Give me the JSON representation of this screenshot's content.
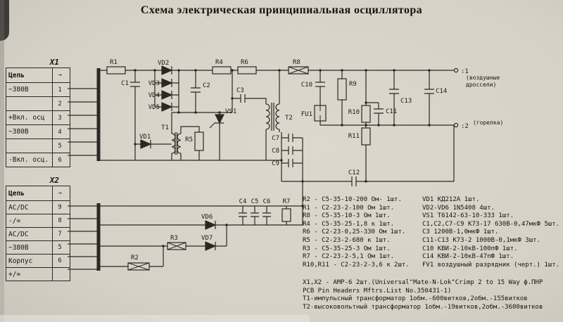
{
  "page": {
    "title": "Схема электрическая принципиальная осциллятора"
  },
  "connectors": {
    "x1": {
      "label": "X1",
      "header": "Цепь",
      "header_arrow": "→",
      "rows": [
        {
          "label": "~380В",
          "pin": "1"
        },
        {
          "label": "",
          "pin": "2"
        },
        {
          "label": "+Вкл. осц",
          "pin": "3"
        },
        {
          "label": "~380В",
          "pin": "4"
        },
        {
          "label": "",
          "pin": "5"
        },
        {
          "label": "-Вкл. осц.",
          "pin": "6"
        }
      ]
    },
    "x2": {
      "label": "X2",
      "header": "Цепь",
      "header_arrow": "→",
      "rows": [
        {
          "label": "AC/DC",
          "pin": "9"
        },
        {
          "label": "-/=",
          "pin": "8"
        },
        {
          "label": "AC/DC",
          "pin": "7"
        },
        {
          "label": "~380В",
          "pin": "5"
        },
        {
          "label": "Корпус",
          "pin": "6"
        },
        {
          "label": "+/=",
          "pin": ""
        }
      ]
    }
  },
  "schematic": {
    "labels": {
      "R1": "R1",
      "R2": "R2",
      "R3": "R3",
      "R4": "R4",
      "R5": "R5",
      "R6": "R6",
      "R7": "R7",
      "R8": "R8",
      "R9": "R9",
      "R10": "R10",
      "R11": "R11",
      "C1": "C1",
      "C2": "C2",
      "C3": "C3",
      "C4": "C4",
      "C5": "C5",
      "C6": "C6",
      "C7": "C7",
      "C8": "C8",
      "C9": "C9",
      "C10": "C10",
      "C11": "C11",
      "C12": "C12",
      "C13": "C13",
      "C14": "C14",
      "VD1": "VD1",
      "VD2": "VD2",
      "VD3": "VD3",
      "VD4": "VD4",
      "VD5": "VD5",
      "VD6": "VD6",
      "VD7": "VD7",
      "VS1": "VS1",
      "T1": "T1",
      "T2": "T2",
      "FU1": "FU1",
      "out1": ":1",
      "out2": ":2",
      "out1_note": "(воздушные\nдроссели)",
      "out2_note": "(горелка)"
    }
  },
  "parts_list": {
    "rows": [
      {
        "left": "R2 - С5-35-10-200 Ом- 1шт.",
        "right": "VD1 КД212А 1шт."
      },
      {
        "left": "R1 -  С2-23-2-100 Ом  1шт.",
        "right": "VD2-VD6 1N5408 4шт."
      },
      {
        "left": "R8 -  С5-35-10-3 Ом   1шт.",
        "right": "VS1 Т6142-63-10-333 1шт."
      },
      {
        "left": "R4 -  С5-35-25-1,8 к  1шт.",
        "right": "С1,С2,С7-С9 К73-17 630В-0,47мкФ 5шт."
      },
      {
        "left": "R6 -  С2-23-0,25-330 Ом 1шт.",
        "right": "С3 1200В-1,0мкФ 1шт."
      },
      {
        "left": "R5 -  С2-23-2-680 к   1шт.",
        "right": "С11-С13 К73-2 1000В-0,1мкФ 3шт."
      },
      {
        "left": "R3 -  С5-35-25-3 Ом   1шт.",
        "right": "С10 КВИ-2-10кВ-100пФ 1шт."
      },
      {
        "left": "R7 -  С2-23-2-5,1 Ом  1шт.",
        "right": "С14 КВИ-2-10кВ-47пФ 1шт."
      },
      {
        "left": "R10,R11 -  С2-23-2-3,6 к  2шт.",
        "right": "FV1 воздушный разрядник (черт.) 1шт."
      }
    ]
  },
  "notes": [
    "X1,X2 - AMP-6  2шт.(Universal\"Mate-N-Lok\"Crimp 2 to 15  Way ф.ПНР",
    "PCB Pin Headers Mftrs.List No.350431-1)",
    "Т1-импульсный трансформатор 1обм.-600витков,2обм.-155витков",
    "Т2-высоковольтный трансформатор 1обм.-19витков,2обм.-3600витков"
  ]
}
